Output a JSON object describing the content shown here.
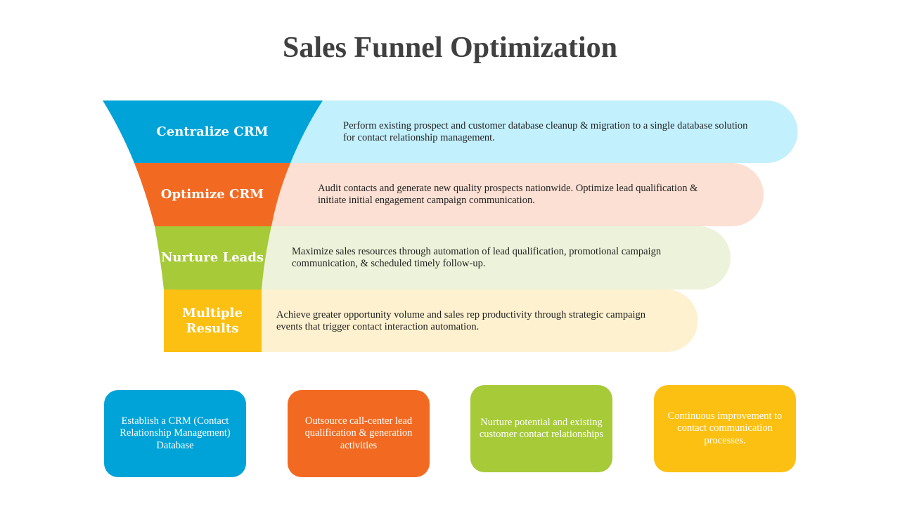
{
  "title": "Sales Funnel Optimization",
  "stages": [
    {
      "label": "Centralize CRM",
      "description": "Perform existing prospect and customer database cleanup & migration to a single database solution for contact relationship management.",
      "color": "#00A3D7",
      "light": "#C3F0FD"
    },
    {
      "label": "Optimize CRM",
      "description": "Audit contacts and generate new quality prospects nationwide. Optimize lead qualification & initiate initial engagement campaign communication.",
      "color": "#F26A22",
      "light": "#FCE0D4"
    },
    {
      "label": "Nurture Leads",
      "description": "Maximize sales resources through automation of lead qualification, promotional campaign communication, & scheduled timely follow-up.",
      "color": "#A6CA38",
      "light": "#EDF3DA"
    },
    {
      "label": "Multiple Results",
      "description": "Achieve greater opportunity volume and sales rep productivity through strategic campaign events that trigger contact interaction automation.",
      "color": "#FCC013",
      "light": "#FEF1CF"
    }
  ],
  "boxes": [
    {
      "text": "Establish a CRM (Contact Relationship Management) Database",
      "color": "#00A3D7"
    },
    {
      "text": "Outsource call-center lead qualification & generation activities",
      "color": "#F26A22"
    },
    {
      "text": "Nurture potential and existing customer contact relationships",
      "color": "#A6CA38"
    },
    {
      "text": "Continuous improvement to contact communication processes.",
      "color": "#FCC013"
    }
  ]
}
